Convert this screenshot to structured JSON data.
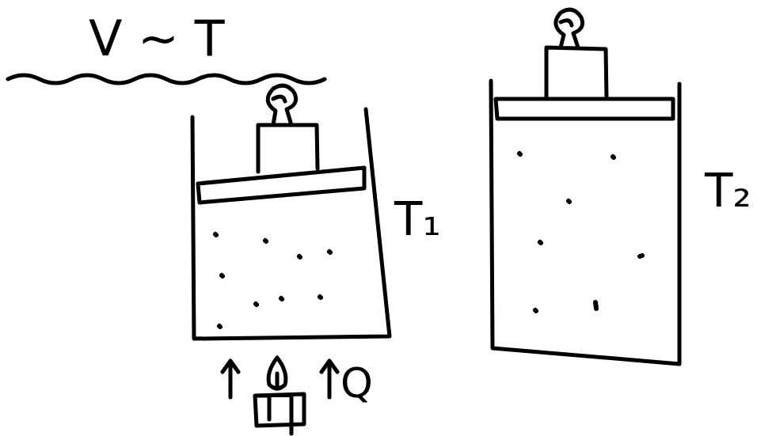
{
  "diagram": {
    "labels": [
      "V ~ T",
      "T₁",
      "Q",
      "T₂"
    ]
  }
}
